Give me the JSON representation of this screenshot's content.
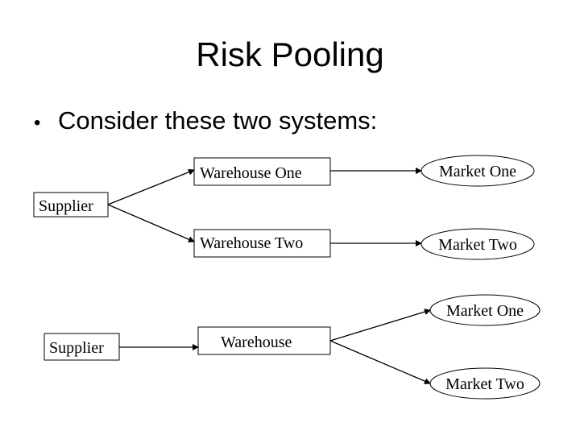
{
  "slide": {
    "title": "Risk Pooling",
    "bullet": "Consider these two systems:"
  },
  "system1": {
    "supplier": "Supplier",
    "warehouse_one": "Warehouse One",
    "warehouse_two": "Warehouse Two",
    "market_one": "Market One",
    "market_two": "Market Two"
  },
  "system2": {
    "supplier": "Supplier",
    "warehouse": "Warehouse",
    "market_one": "Market One",
    "market_two": "Market Two"
  }
}
